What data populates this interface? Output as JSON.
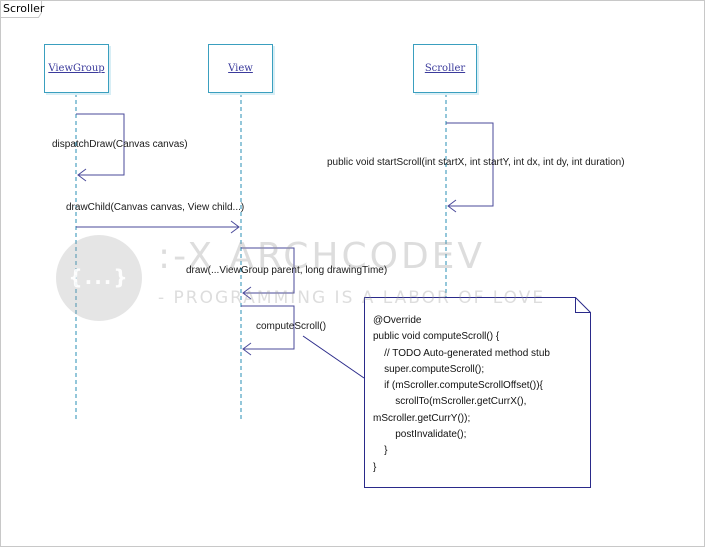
{
  "frame": {
    "label": "Scroller"
  },
  "lifelines": [
    {
      "name": "ViewGroup"
    },
    {
      "name": "View"
    },
    {
      "name": "Scroller"
    }
  ],
  "messages": {
    "dispatch_draw": "dispatchDraw(Canvas canvas)",
    "start_scroll": "public void startScroll(int startX, int startY, int dx, int dy, int duration)",
    "draw_child": "drawChild(Canvas canvas, View child...)",
    "draw": "draw(...ViewGroup parent, long drawingTime)",
    "compute_scroll": "computeScroll()"
  },
  "note": {
    "lines": [
      "@Override",
      "public void computeScroll() {",
      "    // TODO Auto-generated method stub",
      "    super.computeScroll();",
      "    if (mScroller.computeScrollOffset()){",
      "        scrollTo(mScroller.getCurrX(),",
      "mScroller.getCurrY());",
      "        postInvalidate();",
      "    }",
      "}"
    ]
  },
  "watermark": {
    "line1": ":-X ARCHCODEV",
    "line2": "- PROGRAMMING IS A LABOR OF LOVE",
    "logo_text": "{...}"
  },
  "colors": {
    "lifeline_border": "#3a9fbf",
    "lifeline_dash": "#2a8fb5",
    "message_line": "#4a4a9a",
    "note_border": "#2a2a8a"
  }
}
